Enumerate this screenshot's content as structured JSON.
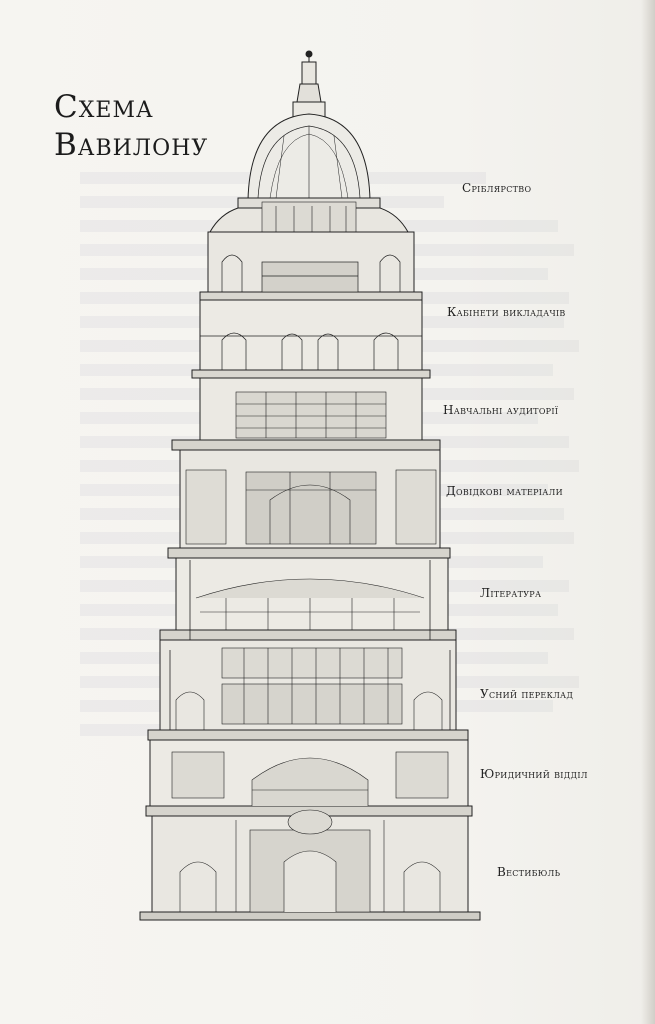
{
  "title": {
    "line1": "Схема",
    "line2": "Вавилону"
  },
  "floors": [
    {
      "name": "Сріблярство"
    },
    {
      "name": "Кабінети викладачів"
    },
    {
      "name": "Навчальні аудиторії"
    },
    {
      "name": "Довідкові матеріали"
    },
    {
      "name": "Література"
    },
    {
      "name": "Усний переклад"
    },
    {
      "name": "Юридичний відділ"
    },
    {
      "name": "Вестибюль"
    }
  ],
  "colors": {
    "ink": "#1e1e1e",
    "paper": "#f4f3ef"
  }
}
